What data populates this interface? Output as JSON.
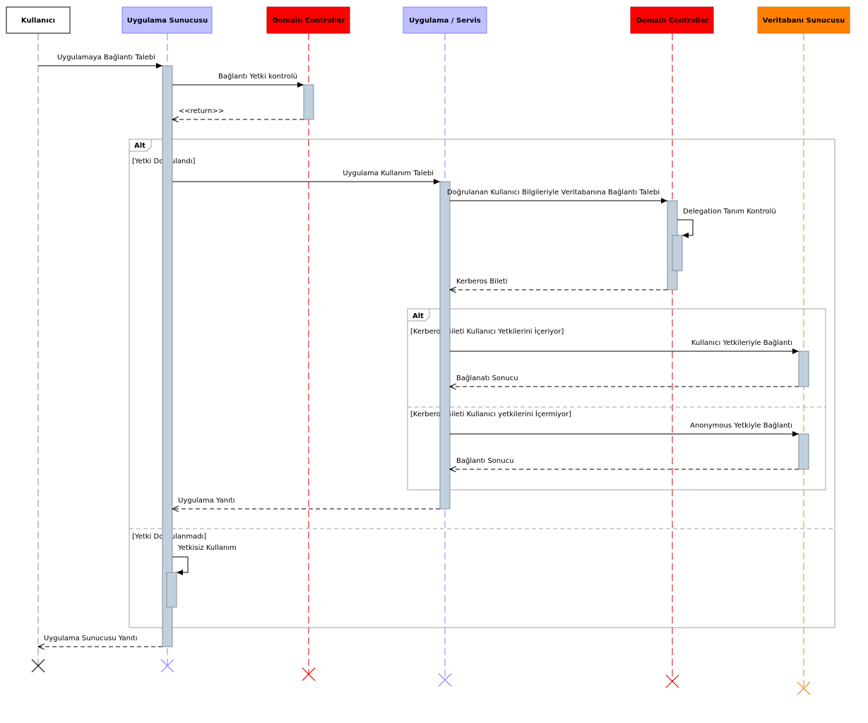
{
  "participants": [
    {
      "label": "Kullanıcı",
      "fill": "#ffffff",
      "line": "#888888"
    },
    {
      "label": "Uygulama Sunucusu",
      "fill": "#c0c0ff",
      "line": "#8080ff"
    },
    {
      "label": "Domain Controller",
      "fill": "#ff0000",
      "line": "#e00000"
    },
    {
      "label": "Uygulama / Servis",
      "fill": "#c0c0ff",
      "line": "#8080ff"
    },
    {
      "label": "Domain Controller",
      "fill": "#ff0000",
      "line": "#e00000"
    },
    {
      "label": "Veritabanı Sunucusu",
      "fill": "#ff8000",
      "line": "#ff8000"
    }
  ],
  "activation_color": "#c0d0dc",
  "fragment_outer": {
    "keyword": "Alt",
    "guard_1": "[Yetki Doğrulandı]",
    "guard_2": "[Yetki Doğrulanmadı]"
  },
  "fragment_inner": {
    "keyword": "Alt",
    "guard_1": "[Kerberos Bileti Kullanıcı Yetkilerini İçeriyor]",
    "guard_2": "[Kerberos Bileti Kullanıcı yetkilerini İçermiyor]"
  },
  "messages": [
    {
      "label": "Uygulamaya Bağlantı Talebi",
      "type": "sync"
    },
    {
      "label": "Bağlantı Yetki kontrolü",
      "type": "sync"
    },
    {
      "label": "<<return>>",
      "type": "return"
    },
    {
      "label": "Uygulama Kullanım Talebi",
      "type": "sync"
    },
    {
      "label": "Doğrulanan Kullanıcı Bilgileriyle Veritabanına Bağlantı Talebi",
      "type": "sync"
    },
    {
      "label": "Delegation Tanım Kontrolü",
      "type": "self"
    },
    {
      "label": "Kerberos Bileti",
      "type": "return"
    },
    {
      "label": "Kullanıcı Yetkileriyle Bağlantı",
      "type": "sync"
    },
    {
      "label": "Bağlanatı Sonucu",
      "type": "return"
    },
    {
      "label": "Anonymous Yetkiyle Bağlantı",
      "type": "sync"
    },
    {
      "label": "Bağlantı Sonucu",
      "type": "return"
    },
    {
      "label": "Uygulama Yanıtı",
      "type": "return"
    },
    {
      "label": "Yetkisiz Kullanım",
      "type": "self"
    },
    {
      "label": "Uygulama Sunucusu Yanıtı",
      "type": "return"
    }
  ]
}
